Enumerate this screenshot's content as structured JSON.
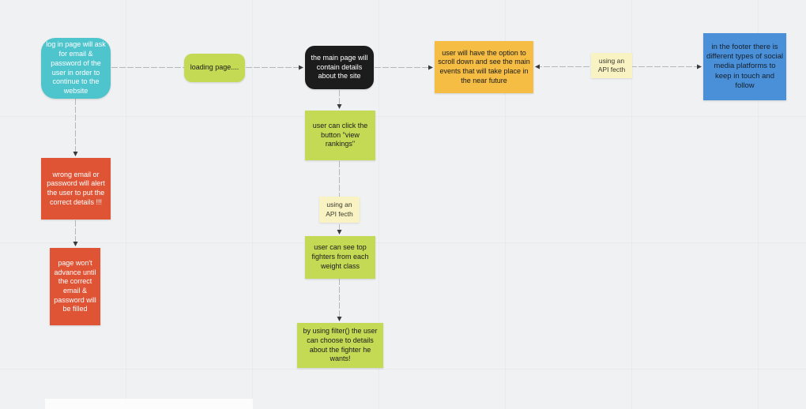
{
  "board": {
    "type": "whiteboard-flowchart",
    "background_color": "#f0f1f2"
  },
  "palette": {
    "teal": "#4ec4cd",
    "green": "#c4da55",
    "black": "#1c1c1c",
    "orange": "#f5bd44",
    "pale_yellow": "#f9f2c3",
    "blue": "#4a90d9",
    "red": "#e05436",
    "connector_gray": "#b5b7b9"
  },
  "nodes": {
    "login": {
      "text": "log in page will ask for email & password of the user in order to continue to the website",
      "color": "#4ec4cd"
    },
    "loading": {
      "text": "loading page....",
      "color": "#c4da55"
    },
    "main": {
      "text": "the main page will contain details about the site",
      "color": "#1c1c1c"
    },
    "events": {
      "text": "user will have the option to scroll down and see the main events that will take place in the near future",
      "color": "#f5bd44"
    },
    "api_note_top": {
      "text": "using an API fecth",
      "color": "#f9f2c3"
    },
    "footer": {
      "text": "in the footer there is different types of social media platforms to keep in touch and follow",
      "color": "#4a90d9"
    },
    "wrong_details": {
      "text": "wrong email or password will alert the user to put the correct details !!!",
      "color": "#e05436"
    },
    "no_advance": {
      "text": "page won't advance until the correct email & password will be filled",
      "color": "#e05436"
    },
    "rankings": {
      "text": "user can click the button \"view rankings\"",
      "color": "#c4da55"
    },
    "api_note_mid": {
      "text": "using an API fecth",
      "color": "#f9f2c3"
    },
    "top_fighters": {
      "text": "user can see top fighters from each weight class",
      "color": "#c4da55"
    },
    "filter": {
      "text": "by using filter() the user can choose to details about the fighter he wants!",
      "color": "#c4da55"
    }
  }
}
